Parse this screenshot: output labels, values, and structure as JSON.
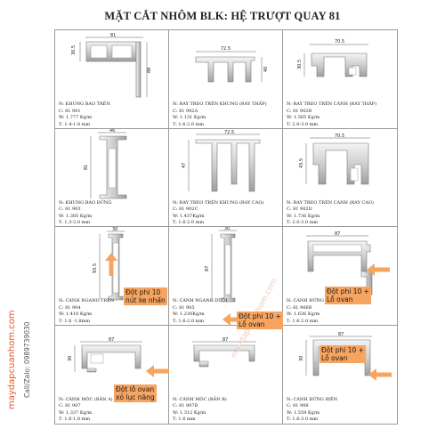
{
  "title": "MẶT CẮT NHÔM BLK: HỆ TRƯỢT QUAY 81",
  "items": [
    {
      "name": "N: KHUNG BAO TRÊN",
      "code": "C: 81 901",
      "weight": "W: 1.777 Kg/m",
      "thickness": "T: 1.4-1.8 mm",
      "dims": [
        "81",
        "30.5",
        "88"
      ]
    },
    {
      "name": "N: RAY TREO TRÊN KHUNG (RAY THẤP)",
      "code": "C: 81 902A",
      "weight": "W: 1.131 Kg/m",
      "thickness": "T: 1.6-2.0 mm",
      "dims": [
        "72.5",
        "40"
      ]
    },
    {
      "name": "N: RAY TREO TRÊN CÁNH (RAY THẤP)",
      "code": "C: 81 902B",
      "weight": "W: 1.565 Kg/m",
      "thickness": "T: 2.0-3.0 mm",
      "dims": [
        "70.5",
        "30.5"
      ]
    },
    {
      "name": "N: KHUNG BAO ĐỨNG",
      "code": "C: 81 903",
      "weight": "W: 1.385 Kg/m",
      "thickness": "T: 1.3-2.0 mm",
      "dims": [
        "46",
        "81"
      ]
    },
    {
      "name": "N: RAY TREO TRÊN KHUNG (RAY CAO)",
      "code": "C: 81 902C",
      "weight": "W: 1.437Kg/m",
      "thickness": "T: 1.6-2.0 mm",
      "dims": [
        "72.5",
        "47"
      ]
    },
    {
      "name": "N: RAY TREO TRÊN CÁNH (RAY CAO)",
      "code": "C: 81 902D",
      "weight": "W: 1.736 Kg/m",
      "thickness": "T: 2.0-3.0 mm",
      "dims": [
        "70.5",
        "43.5"
      ]
    },
    {
      "name": "N: CÁNH NGANG TRÊN",
      "code": "C: 81 904",
      "weight": "W: 1.410 Kg/m",
      "thickness": "T: 1.6 -1.8mm",
      "dims": [
        "30",
        "93.5"
      ]
    },
    {
      "name": "N: CÁNH NGANG DƯỚI",
      "code": "C: 81 905",
      "weight": "W: 1.230Kg/m",
      "thickness": "T: 1.6-2.0 mm",
      "dims": [
        "30",
        "87"
      ]
    },
    {
      "name": "N: CÁNH ĐỨNG GIỮA",
      "code": "C: 81 906B",
      "weight": "W: 1.636 Kg/m",
      "thickness": "T: 1.6-2.0 mm",
      "dims": [
        "87"
      ]
    },
    {
      "name": "N: CÁNH MÓC (BẢN A)",
      "code": "C: 81 907",
      "weight": "W: 1.337 Kg/m",
      "thickness": "T: 1.6-1.8 mm",
      "dims": [
        "87",
        "30"
      ]
    },
    {
      "name": "N: CÁNH MÓC (BẢN B)",
      "code": "C: 81 907B",
      "weight": "W: 1.312 Kg/m",
      "thickness": "T: 1.6 mm",
      "dims": [
        "87"
      ]
    },
    {
      "name": "N: CÁNH ĐỨNG BIÊN",
      "code": "C: 81 908",
      "weight": "W: 1.559 Kg/m",
      "thickness": "T: 1.6-3.0 mm",
      "dims": [
        "87",
        "30"
      ]
    }
  ],
  "callouts": [
    {
      "line1": "Đột phi 10",
      "line2": "nút ke nhấn"
    },
    {
      "line1": "Đột phi 10 +",
      "line2": "Lỗ ovan"
    },
    {
      "line1": "Đột phi 10 +",
      "line2": "Lỗ ovan"
    },
    {
      "line1": "Đột lỗ ovan",
      "line2": "xỏ lục năng"
    },
    {
      "line1": "Đột phi 10 +",
      "line2": "Lỗ ovan"
    }
  ],
  "watermark": "maydapcuanhom.com",
  "brand": {
    "url": "maydapcuanhom.com",
    "contact": "Call/Zalo: 0989739030"
  },
  "colors": {
    "callout_bg": "#f6a45f",
    "arrow": "#f6a45f",
    "brand": "#e5572b",
    "profile_light": "#e8e8e8",
    "profile_dark": "#b8b8b8"
  }
}
